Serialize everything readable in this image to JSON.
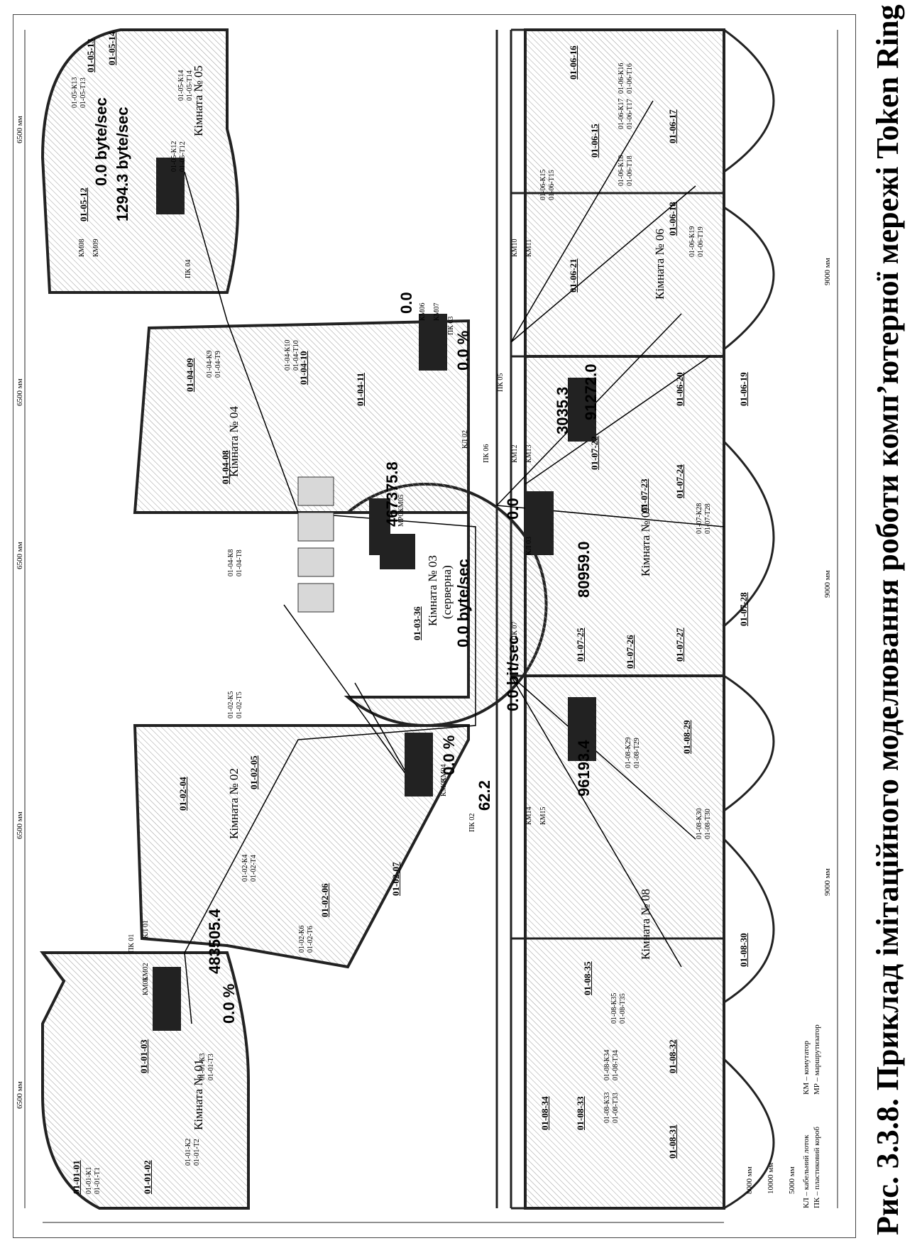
{
  "caption": "Рис. 3.3.8. Приклад імітаційного моделювання роботи комп’ютерної мережі Token Ring",
  "rooms": [
    "Кімната № 01",
    "Кімната № 02",
    "Кімната № 03",
    "(серверна)",
    "Кімната № 04",
    "Кімната № 05",
    "Кімната № 06",
    "Кімната № 07",
    "Кімната № 08"
  ],
  "dimensions": {
    "top_6500_a": "6500 мм",
    "top_6500_b": "6500 мм",
    "top_6500_c": "6500 мм",
    "top_6500_d": "6500 мм",
    "top_6500_e": "6500 мм",
    "left_8000": "8000 мм",
    "left_10000": "10000 мм",
    "left_5000": "5000 мм",
    "bottom_9000_a": "9000 мм",
    "right_9000_b": "9000 мм",
    "right_9000_c": "9000 мм"
  },
  "stats": {
    "s1": "0.0 %",
    "s2": "483505.4",
    "s3": "0.0 %",
    "s4": "62.2",
    "s5": "467375.8",
    "s6": "0.0 byte/sec",
    "s7": "0.0",
    "s8": "0.0 %",
    "s9": "0.0 byte/sec",
    "s10": "1294.3 byte/sec",
    "s11": "0.0",
    "s12": "80959.0",
    "s13": "0.0 bit/sec",
    "s14": "96193.4",
    "s15": "3035.3",
    "s16": "91272.0"
  },
  "workstations": {
    "w0101": "01-01-01",
    "w0102": "01-01-02",
    "w0103": "01-01-03",
    "w0204": "01-02-04",
    "w0205": "01-02-05",
    "w0206": "01-02-06",
    "w0207": "01-02-07",
    "w0336": "01-03-36",
    "w0408": "01-04-08",
    "w0409": "01-04-09",
    "w0410": "01-04-10",
    "w0411": "01-04-11",
    "w0512": "01-05-12",
    "w0513": "01-05-13",
    "w0514": "01-05-14",
    "w0615": "01-06-15",
    "w0616": "01-06-16",
    "w0617": "01-06-17",
    "w0618": "01-06-18",
    "w0619": "01-06-19",
    "w0620": "01-06-20",
    "w0621": "01-06-21",
    "w0722": "01-07-22",
    "w0723": "01-07-23",
    "w0724": "01-07-24",
    "w0725": "01-07-25",
    "w0726": "01-07-26",
    "w0727": "01-07-27",
    "w0728": "01-07-28",
    "w0829": "01-08-29",
    "w0830": "01-08-30",
    "w0831": "01-08-31",
    "w0832": "01-08-32",
    "w0833": "01-08-33",
    "w0834": "01-08-34",
    "w0835": "01-08-35"
  },
  "device_labels": {
    "km01": "КМ01",
    "km02": "КМ02",
    "km03": "КМ03",
    "km04": "КМ04",
    "km05": "КМ05",
    "mr01": "МР01",
    "km06": "КМ06",
    "km07": "КМ07",
    "km08": "КМ08",
    "km09": "КМ09",
    "km10": "КМ10",
    "km11": "КМ11",
    "km12": "КМ12",
    "km13": "КМ13",
    "km14": "КМ14",
    "km15": "КМ15",
    "pk01": "ПК 01",
    "pk02": "ПК 02",
    "pk03": "ПК 03",
    "pk04": "ПК 04",
    "pk05": "ПК 05",
    "pk06": "ПК 06",
    "pk07": "ПК 07",
    "kl01": "КЛ 01",
    "kl02": "КЛ 02",
    "kl03": "КЛ 03"
  },
  "sockets": {
    "k1": "01-01-К1",
    "t1": "01-01-Т1",
    "k2": "01-01-К2",
    "t2": "01-01-Т2",
    "k3": "01-01-К3",
    "t3": "01-01-Т3",
    "k4": "01-02-К4",
    "t4": "01-02-Т4",
    "k5": "01-02-К5",
    "t5": "01-02-Т5",
    "k6": "01-02-К6",
    "t6": "01-02-Т6",
    "k8": "01-04-К8",
    "t8": "01-04-Т8",
    "k9": "01-04-К9",
    "t9": "01-04-Т9",
    "k10": "01-04-К10",
    "t10": "01-04-Т10",
    "k12": "01-05-К12",
    "t12": "01-05-Т12",
    "k13": "01-05-К13",
    "t13": "01-05-Т13",
    "k14": "01-05-К14",
    "t14": "01-05-Т14",
    "k15": "01-06-К15",
    "t15": "01-06-Т15",
    "k16": "01-06-К16",
    "t16": "01-06-Т16",
    "k17": "01-06-К17",
    "t17": "01-06-Т17",
    "k18": "01-06-К18",
    "t18": "01-06-Т18",
    "k19": "01-06-К19",
    "t19": "01-06-Т19",
    "k28": "01-07-К28",
    "t28": "01-07-Т28",
    "k29": "01-08-К29",
    "t29": "01-08-Т29",
    "k30": "01-08-К30",
    "t30": "01-08-Т30",
    "k33": "01-08-К33",
    "t33": "01-08-Т33",
    "k34": "01-08-К34",
    "t34": "01-08-Т34",
    "k35": "01-08-К35",
    "t35": "01-08-Т35"
  },
  "legend": {
    "l1": "КЛ – кабельний лоток",
    "l2": "ПК – пластиковий короб",
    "l3": "КМ – комутатор",
    "l4": "МР – маршрутизатор"
  }
}
